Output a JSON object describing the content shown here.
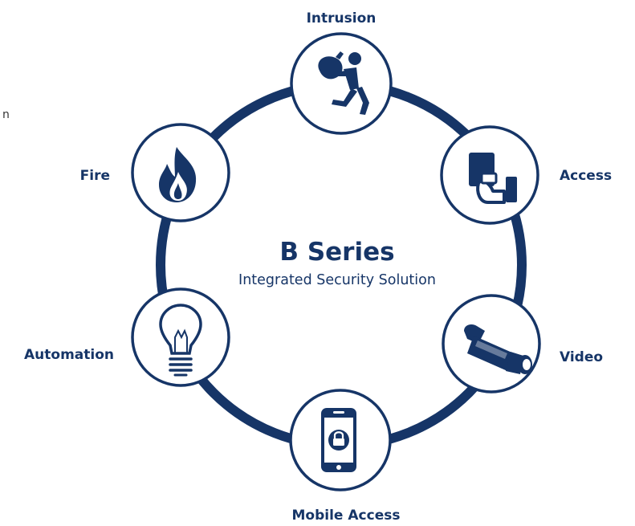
{
  "colors": {
    "brand_navy": "#163567",
    "background": "#ffffff",
    "node_fill": "#ffffff"
  },
  "center": {
    "title": "B Series",
    "subtitle": "Integrated Security Solution"
  },
  "fragment_text": "n",
  "nodes": [
    {
      "label": "Intrusion",
      "icon": "burglar-icon"
    },
    {
      "label": "Access",
      "icon": "access-card-icon"
    },
    {
      "label": "Video",
      "icon": "video-camera-icon"
    },
    {
      "label": "Mobile Access",
      "icon": "smartphone-lock-icon"
    },
    {
      "label": "Automation",
      "icon": "light-bulb-icon"
    },
    {
      "label": "Fire",
      "icon": "flame-icon"
    }
  ]
}
